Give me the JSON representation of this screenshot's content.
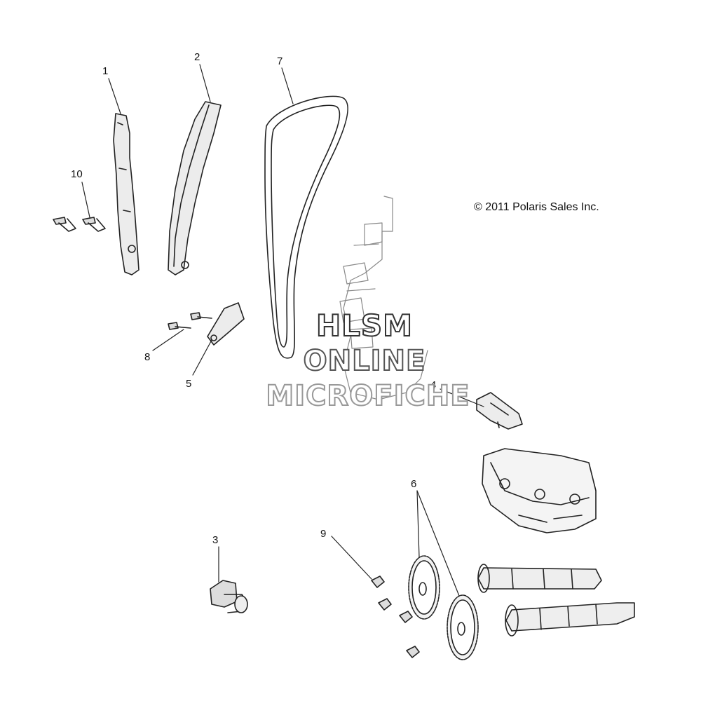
{
  "copyright": "© 2011 Polaris Sales Inc.",
  "watermark": {
    "line1": "HLSM",
    "line2": "ONLINE",
    "line3": "MICROFICHE"
  },
  "callouts": {
    "c1": "1",
    "c2": "2",
    "c3": "3",
    "c4": "4",
    "c5": "5",
    "c6": "6",
    "c7": "7",
    "c8": "8",
    "c9": "9",
    "c10": "10"
  }
}
